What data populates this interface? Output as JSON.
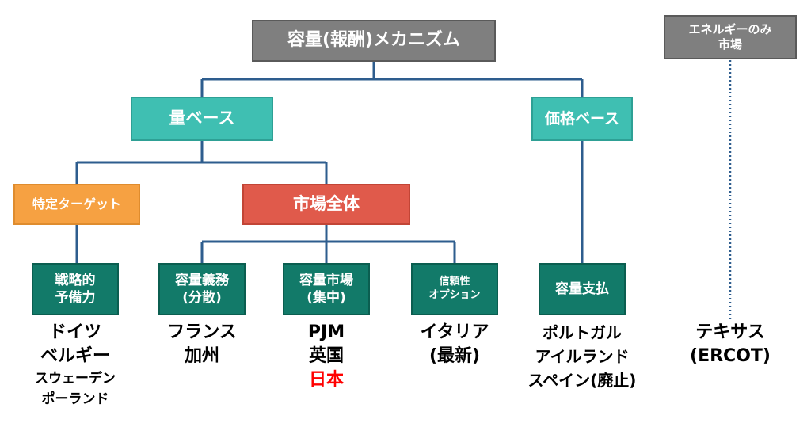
{
  "nodes": {
    "root": "容量(報酬)メカニズム",
    "energy_only": [
      "エネルギーのみ",
      "市場"
    ],
    "volume_based": "量ベース",
    "price_based": "価格ベース",
    "targeted": "特定ターゲット",
    "market_wide": "市場全体",
    "strategic_reserve": [
      "戦略的",
      "予備力"
    ],
    "capacity_obligation": [
      "容量義務",
      "(分散)"
    ],
    "capacity_market": [
      "容量市場",
      "(集中)"
    ],
    "reliability_option": [
      "信頼性",
      "オプション"
    ],
    "capacity_payment": "容量支払"
  },
  "countries": {
    "strategic_reserve": [
      "ドイツ",
      "ベルギー",
      "スウェーデン",
      "ポーランド"
    ],
    "capacity_obligation": [
      "フランス",
      "加州"
    ],
    "capacity_market": [
      "PJM",
      "英国",
      "日本"
    ],
    "reliability_option": [
      "イタリア",
      "(最新)"
    ],
    "capacity_payment": [
      "ポルトガル",
      "アイルランド",
      "スペイン(廃止)"
    ],
    "energy_only": [
      "テキサス",
      "(ERCOT)"
    ]
  },
  "colors": {
    "root": "#7f7f7f",
    "level1": "#3fbfb2",
    "targeted": "#f6a142",
    "market_wide": "#e05a4b",
    "leaf": "#127a69",
    "connector": "#2e5d8e",
    "highlight": "#ff0000"
  }
}
